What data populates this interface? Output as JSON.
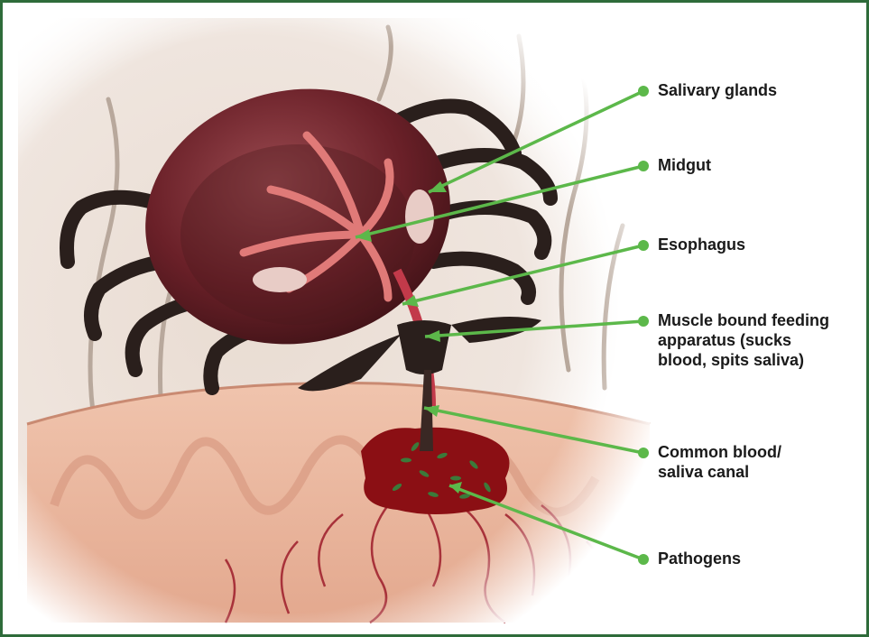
{
  "labels": {
    "salivary_glands": "Salivary glands",
    "midgut": "Midgut",
    "esophagus": "Esophagus",
    "feeding_apparatus_line1": "Muscle bound feeding",
    "feeding_apparatus_line2": "apparatus (sucks",
    "feeding_apparatus_line3": "blood, spits saliva)",
    "canal_line1": "Common blood/",
    "canal_line2": "saliva canal",
    "pathogens": "Pathogens"
  },
  "colors": {
    "border": "#2e6b3a",
    "leader": "#5cb84a",
    "tick_body": "#5a1e24",
    "legs": "#2a1f1c",
    "skin": "#e6b39a",
    "blood": "#8b0f14"
  }
}
